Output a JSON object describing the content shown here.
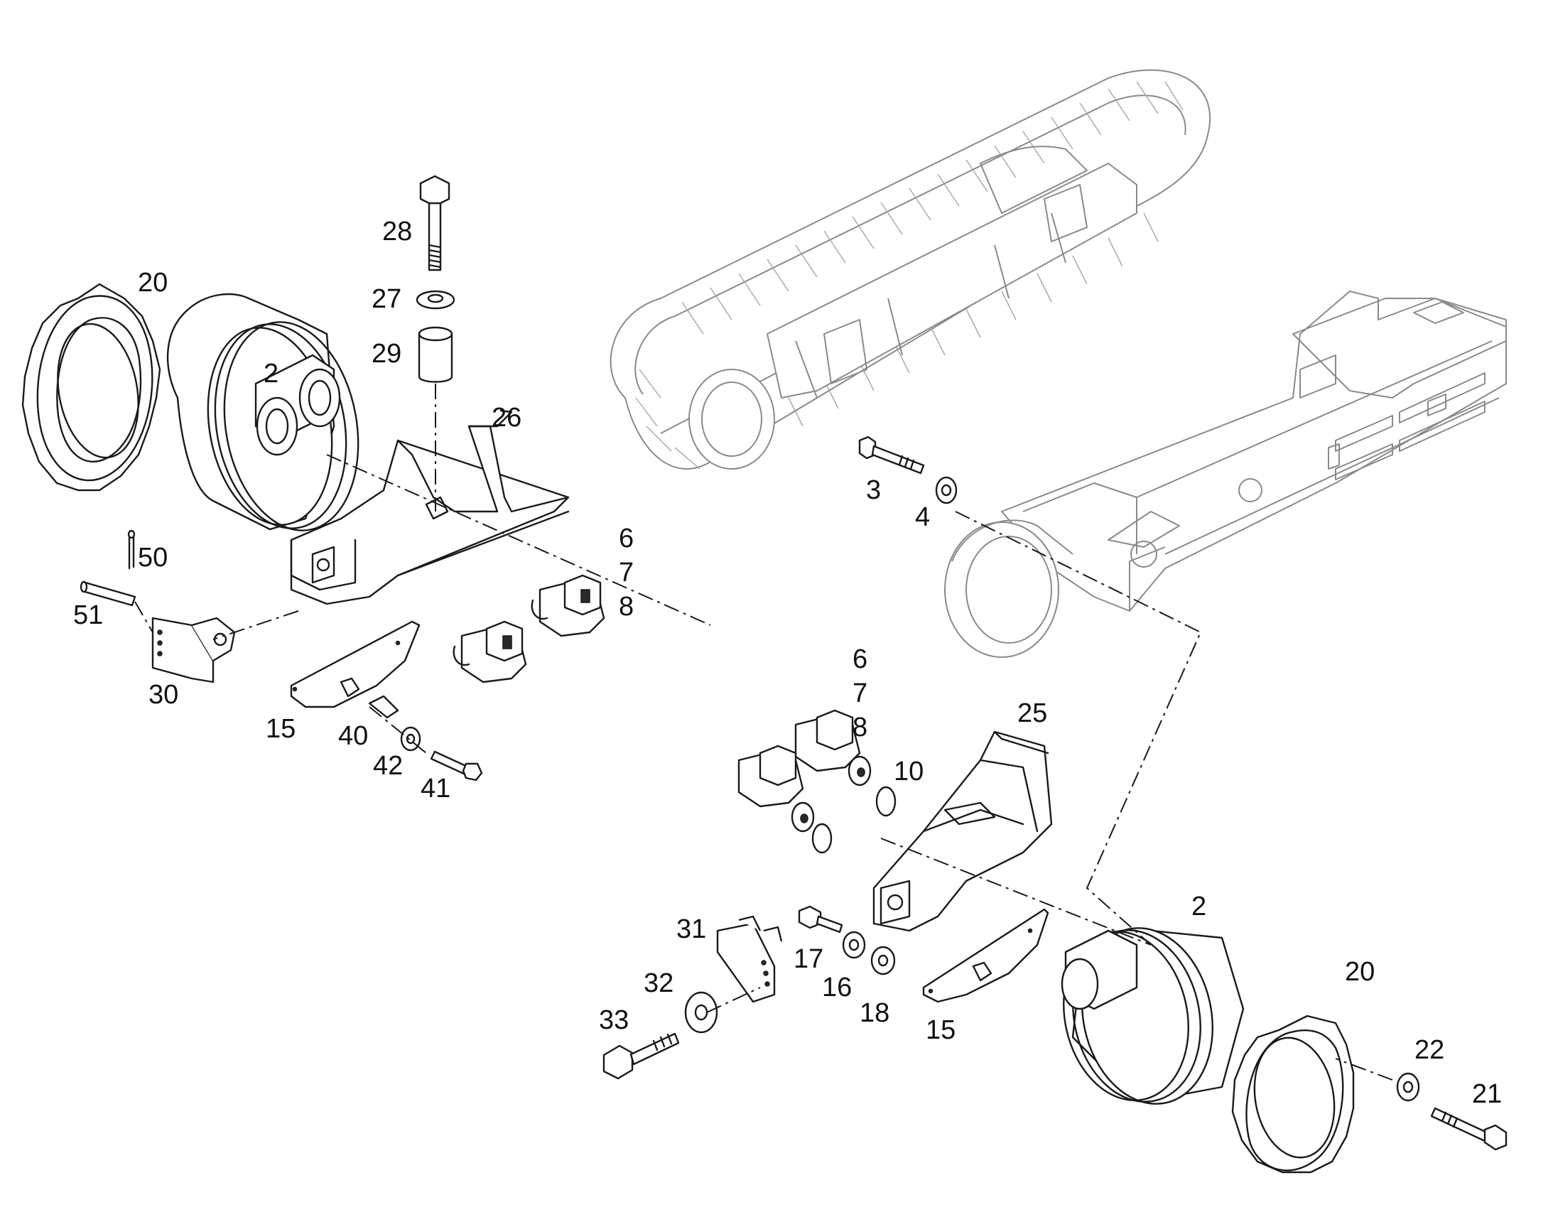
{
  "diagram": {
    "left_assembly_callouts": {
      "sprocket": "20",
      "final_drive": "2",
      "bolt": "28",
      "washer": "27",
      "spacer": "29",
      "guard_bracket": "26",
      "valve_a": "6",
      "valve_b": "7",
      "valve_c": "8",
      "pin_clip": "50",
      "pin": "51",
      "plate": "30",
      "cover": "15",
      "cover_boss": "40",
      "cover_washer": "42",
      "cover_bolt": "41"
    },
    "right_assembly_callouts": {
      "frame_bolt": "3",
      "frame_washer": "4",
      "valve_a": "6",
      "valve_b": "7",
      "valve_c": "8",
      "oring": "10",
      "guard_bracket": "25",
      "final_drive": "2",
      "plate": "31",
      "washer_large": "32",
      "bolt_large": "33",
      "bolt_small": "17",
      "washer_small": "16",
      "washer_mid": "18",
      "cover": "15",
      "sprocket": "20",
      "sprocket_washer": "22",
      "sprocket_bolt": "21"
    }
  }
}
